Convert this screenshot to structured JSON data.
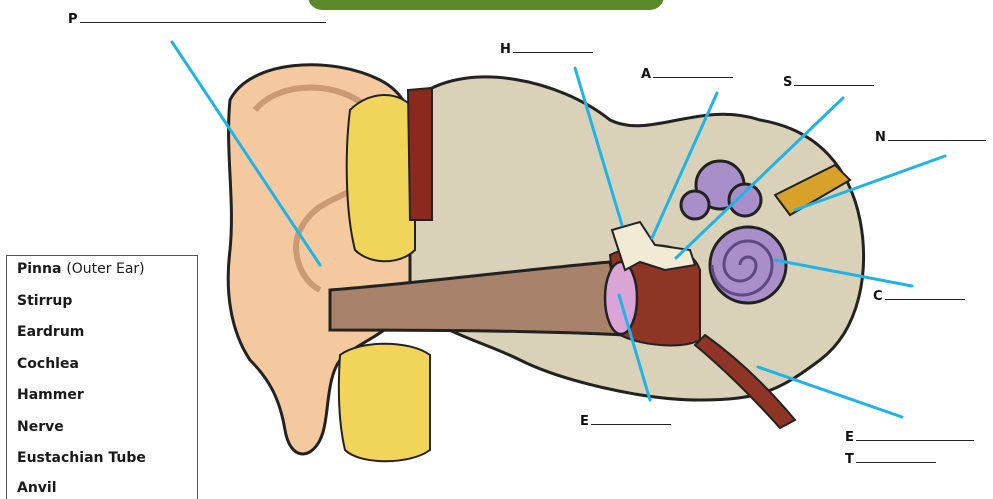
{
  "colors": {
    "banner": "#5b8a2b",
    "pointer_line": "#1fb3e6",
    "skin": "#f4c9a0",
    "canal": "#a8826a",
    "bone": "#d9d2b8",
    "fat": "#f1d55a",
    "inner_ear": "#a98fc9",
    "eardrum": "#d9a5d6",
    "muscle": "#8a2a1f"
  },
  "labels": [
    {
      "letter": "P",
      "blank": "______________"
    },
    {
      "letter": "H",
      "blank": "________"
    },
    {
      "letter": "A",
      "blank": "________"
    },
    {
      "letter": "S",
      "blank": "________"
    },
    {
      "letter": "N",
      "blank": "________"
    },
    {
      "letter": "C",
      "blank": "________"
    },
    {
      "letter": "E",
      "blank": "________"
    },
    {
      "letter": "E",
      "blank": "__________"
    },
    {
      "letter": "T",
      "blank": "________"
    }
  ],
  "word_bank": [
    {
      "word": "Pinna",
      "note": "(Outer Ear)"
    },
    {
      "word": "Stirrup",
      "note": ""
    },
    {
      "word": "Eardrum",
      "note": ""
    },
    {
      "word": "Cochlea",
      "note": ""
    },
    {
      "word": "Hammer",
      "note": ""
    },
    {
      "word": "Nerve",
      "note": ""
    },
    {
      "word": "Eustachian Tube",
      "note": ""
    },
    {
      "word": "Anvil",
      "note": ""
    }
  ]
}
